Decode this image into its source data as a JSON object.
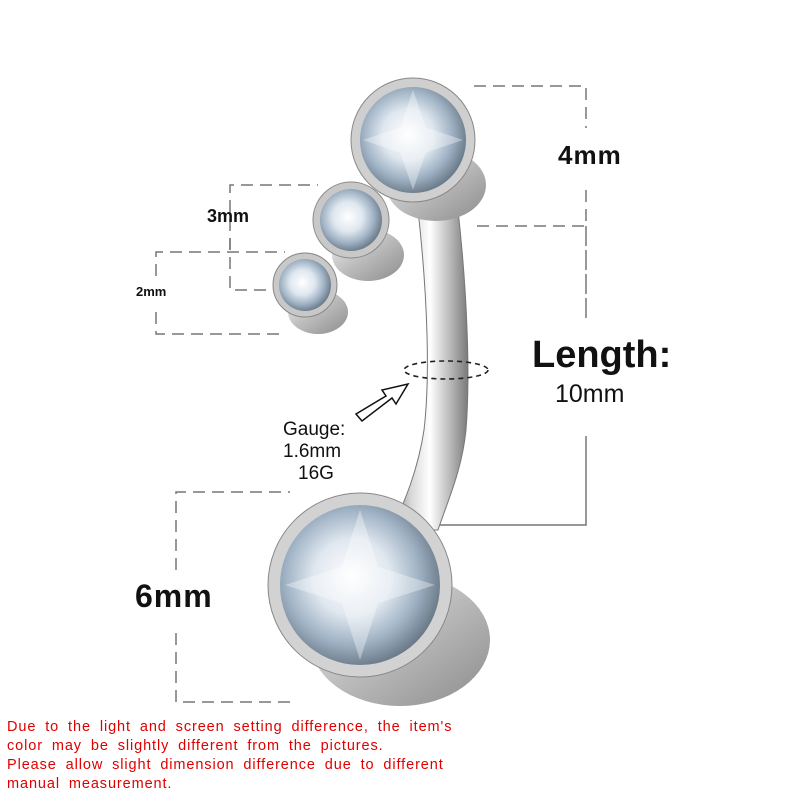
{
  "product": {
    "type": "curved belly barbell with three-gem top and bezel-set bottom gem",
    "material_color": "silver",
    "gem_color": "clear crystal"
  },
  "dimensions": {
    "top_large_gem": "4mm",
    "top_middle_gem": "3mm",
    "top_small_gem": "2mm",
    "bottom_gem": "6mm",
    "length_label": "Length:",
    "length_value": "10mm",
    "gauge_label": "Gauge:",
    "gauge_mm": "1.6mm",
    "gauge_g": "16G"
  },
  "disclaimer": {
    "lines": [
      "Due to the light and screen setting difference, the item's",
      "color may be slightly different from the pictures.",
      "Please allow slight dimension difference due to different",
      "manual measurement."
    ],
    "color": "#e00000"
  },
  "colors": {
    "background": "#ffffff",
    "dimension_lines": "#777777",
    "text": "#111111"
  }
}
